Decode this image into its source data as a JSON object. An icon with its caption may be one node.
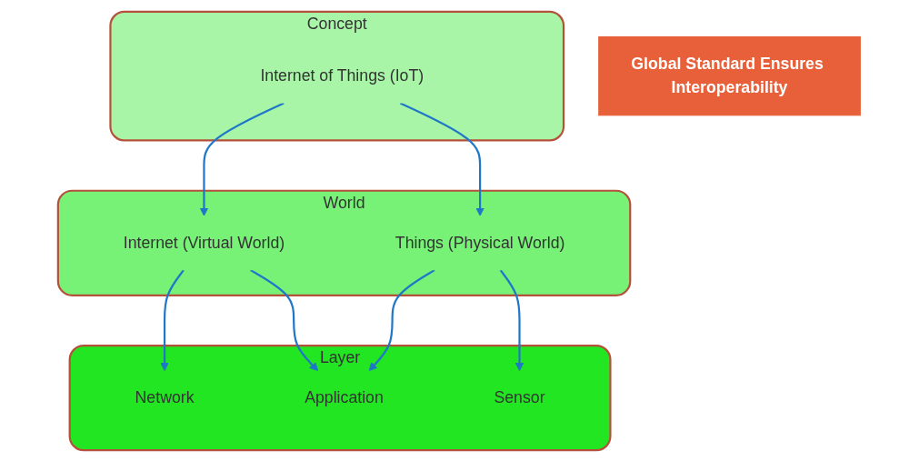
{
  "diagram": {
    "nodes": [
      {
        "text": [
          "Concept"
        ]
      },
      {
        "text": [
          "Internet of Things (IoT)"
        ],
        "in": 0
      },
      {
        "text": [
          "World"
        ]
      },
      {
        "text": [
          "Internet (Virtual World)"
        ],
        "in": 2
      },
      {
        "text": [
          "Things (Physical World)"
        ],
        "in": 2
      },
      {
        "text": [
          "Layer"
        ]
      },
      {
        "text": [
          "Network"
        ],
        "in": 5
      },
      {
        "text": [
          "Application"
        ],
        "in": 5
      },
      {
        "text": [
          "Sensor"
        ],
        "in": 5
      },
      {
        "text": [
          "Global Standard Ensures Interoperability"
        ]
      }
    ],
    "edges": [
      {
        "from": 1,
        "to": 3,
        "arrow": "to"
      },
      {
        "from": 1,
        "to": 4,
        "arrow": "to"
      },
      {
        "from": 3,
        "to": 6,
        "arrow": "to"
      },
      {
        "from": 3,
        "to": 7,
        "arrow": "to"
      },
      {
        "from": 4,
        "to": 7,
        "arrow": "to"
      },
      {
        "from": 4,
        "to": 8,
        "arrow": "to"
      }
    ]
  }
}
